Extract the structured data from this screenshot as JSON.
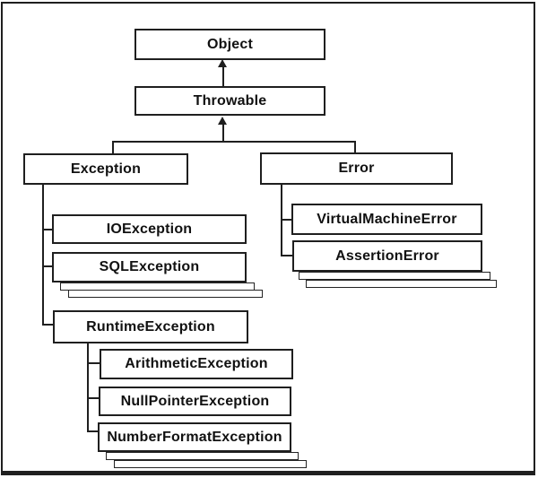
{
  "diagram": {
    "type": "class-hierarchy",
    "colors": {
      "line": "#1f1f1f",
      "background": "#ffffff",
      "text": "#111111",
      "box_fill": "#ffffff"
    },
    "nodes": {
      "object": {
        "label": "Object",
        "parent": null
      },
      "throwable": {
        "label": "Throwable",
        "parent": "object"
      },
      "exception": {
        "label": "Exception",
        "parent": "throwable"
      },
      "error": {
        "label": "Error",
        "parent": "throwable"
      },
      "io_exception": {
        "label": "IOException",
        "parent": "exception"
      },
      "sql_exception": {
        "label": "SQLException",
        "parent": "exception"
      },
      "runtime_exception": {
        "label": "RuntimeException",
        "parent": "exception"
      },
      "arithmetic_exception": {
        "label": "ArithmeticException",
        "parent": "runtime_exception"
      },
      "null_pointer_exception": {
        "label": "NullPointerException",
        "parent": "runtime_exception"
      },
      "number_format_exception": {
        "label": "NumberFormatException",
        "parent": "runtime_exception"
      },
      "virtual_machine_error": {
        "label": "VirtualMachineError",
        "parent": "error"
      },
      "assertion_error": {
        "label": "AssertionError",
        "parent": "error"
      }
    },
    "more_indicators": [
      "exception_children_stack",
      "runtime_exception_children_stack",
      "error_children_stack"
    ]
  }
}
